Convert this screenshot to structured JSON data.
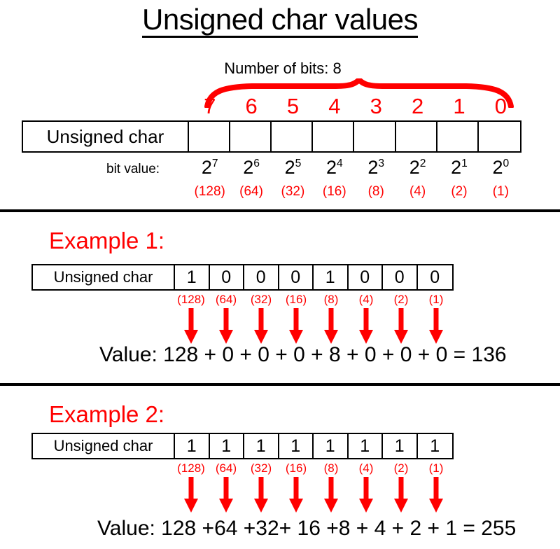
{
  "title": "Unsigned char values",
  "colors": {
    "accent_red": "#FF0000",
    "text_black": "#000000",
    "background": "#FFFFFF"
  },
  "top_section": {
    "bits_note": "Number of bits: 8",
    "row_label": "Unsigned char",
    "bit_numbers": [
      "7",
      "6",
      "5",
      "4",
      "3",
      "2",
      "1",
      "0"
    ],
    "bit_value_label": "bit value:",
    "powers_base": "2",
    "powers_exponents": [
      "7",
      "6",
      "5",
      "4",
      "3",
      "2",
      "1",
      "0"
    ],
    "decimal_weights": [
      "(128)",
      "(64)",
      "(32)",
      "(16)",
      "(8)",
      "(4)",
      "(2)",
      "(1)"
    ],
    "cells": [
      "",
      "",
      "",
      "",
      "",
      "",
      "",
      ""
    ]
  },
  "example1": {
    "label": "Example 1:",
    "row_label": "Unsigned char",
    "bits": [
      "1",
      "0",
      "0",
      "0",
      "1",
      "0",
      "0",
      "0"
    ],
    "decimal_weights": [
      "(128)",
      "(64)",
      "(32)",
      "(16)",
      "(8)",
      "(4)",
      "(2)",
      "(1)"
    ],
    "value_line": "Value: 128 + 0 + 0 + 0 + 8 +  0 + 0 + 0 = 136",
    "result": "136"
  },
  "example2": {
    "label": "Example 2:",
    "row_label": "Unsigned char",
    "bits": [
      "1",
      "1",
      "1",
      "1",
      "1",
      "1",
      "1",
      "1"
    ],
    "decimal_weights": [
      "(128)",
      "(64)",
      "(32)",
      "(16)",
      "(8)",
      "(4)",
      "(2)",
      "(1)"
    ],
    "value_line": "Value: 128 +64 +32+ 16 +8 + 4  +  2  +  1 = 255",
    "result": "255"
  }
}
